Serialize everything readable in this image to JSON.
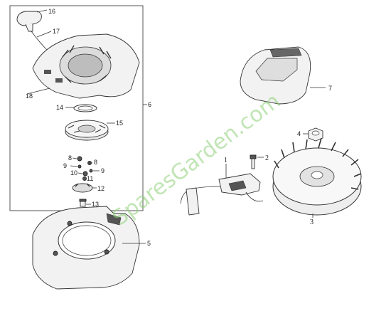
{
  "diagram": {
    "watermark": "SparesGarden.com",
    "callouts": {
      "c1": "1",
      "c2": "2",
      "c3": "3",
      "c4": "4",
      "c5": "5",
      "c6": "6",
      "c7": "7",
      "c8a": "8",
      "c8b": "8",
      "c9a": "9",
      "c9b": "9",
      "c10": "10",
      "c11": "11",
      "c12": "12",
      "c13": "13",
      "c14": "14",
      "c15": "15",
      "c16": "16",
      "c17": "17",
      "c18": "18"
    }
  }
}
